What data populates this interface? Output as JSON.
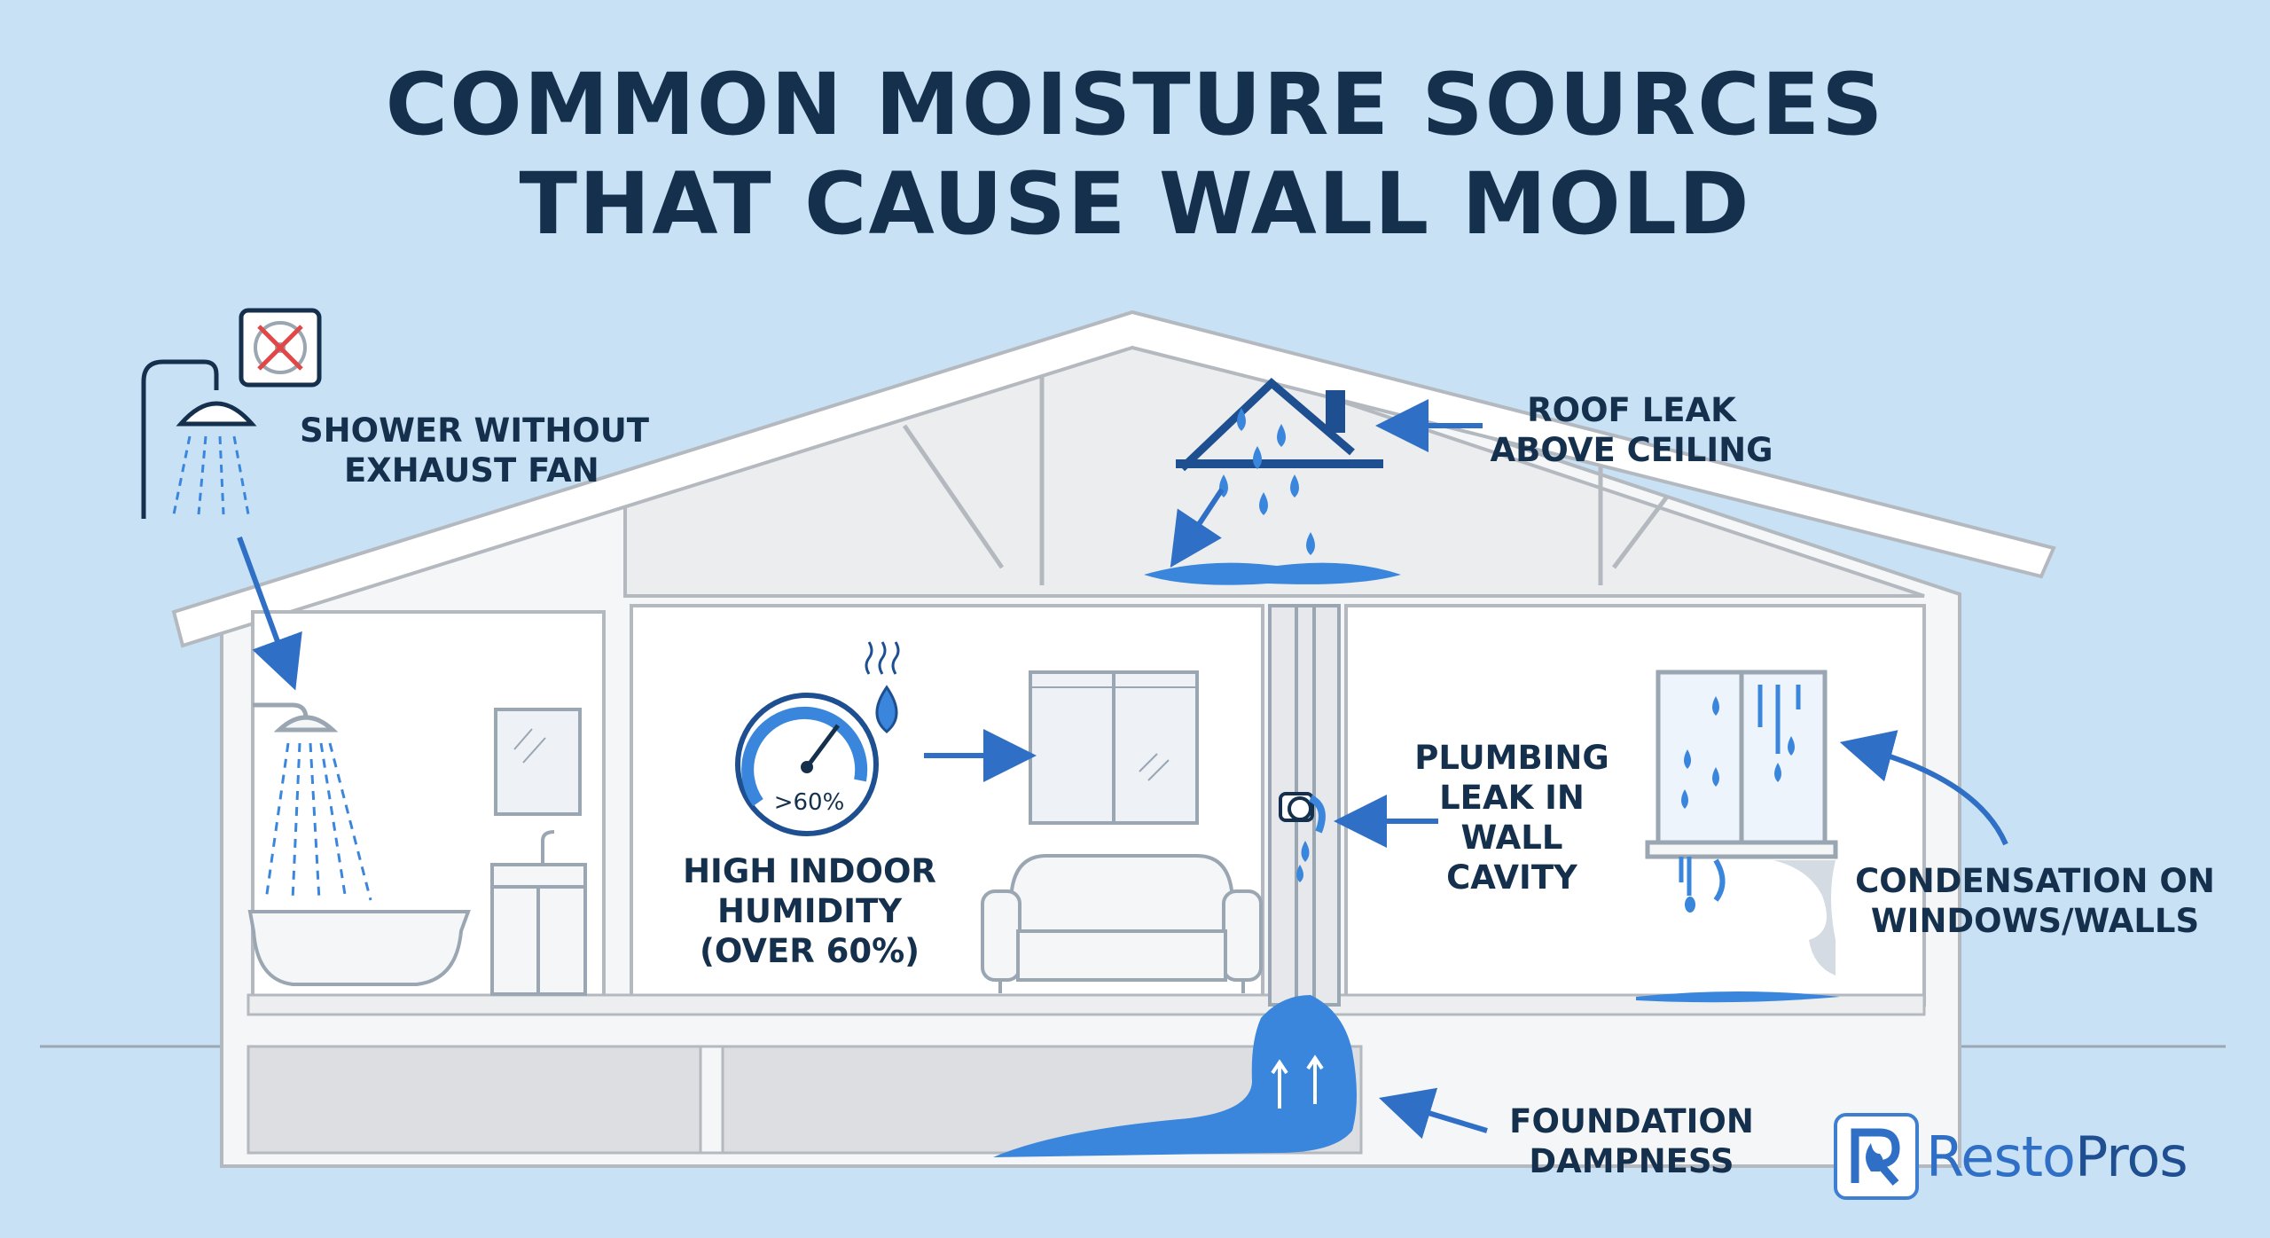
{
  "title": {
    "line1": "COMMON MOISTURE SOURCES",
    "line2": "THAT CAUSE WALL MOLD"
  },
  "labels": {
    "shower": [
      "SHOWER WITHOUT",
      "EXHAUST FAN"
    ],
    "roof": [
      "ROOF LEAK",
      "ABOVE CEILING"
    ],
    "humidity": [
      "HIGH INDOOR",
      "HUMIDITY",
      "(OVER 60%)"
    ],
    "plumbing": [
      "PLUMBING",
      "LEAK IN",
      "WALL",
      "CAVITY"
    ],
    "condensation": [
      "CONDENSATION ON",
      "WINDOWS/WALLS"
    ],
    "foundation": [
      "FOUNDATION",
      "DAMPNESS"
    ]
  },
  "gauge": {
    "reading": ">60%"
  },
  "brand": {
    "name_part1": "Resto",
    "name_part2": "Pros"
  },
  "colors": {
    "background": "#c9e1f5",
    "title": "#14304d",
    "water": "#3a86dc",
    "line": "#b4b9c0",
    "accent": "#2f6fc6"
  },
  "icons": [
    "shower-icon",
    "exhaust-fan-crossed-icon",
    "roof-leak-icon",
    "humidity-gauge-icon",
    "water-drop-icon",
    "pipe-leak-icon",
    "window-condensation-icon",
    "arrow-icon",
    "resto-pros-logo"
  ]
}
